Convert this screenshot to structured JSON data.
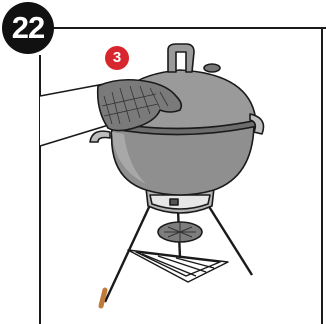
{
  "step": {
    "number": "22"
  },
  "substep": {
    "number": "3"
  },
  "colors": {
    "badge": "#111111",
    "accent": "#d8262e",
    "grill_body": "#8f8f8f",
    "glove": "#7a7a7a",
    "line": "#1a1a1a"
  },
  "icons": {
    "step_badge": "black-circle",
    "substep_badge": "red-circle",
    "illustration": "kettle-grill-with-gloved-hand"
  }
}
